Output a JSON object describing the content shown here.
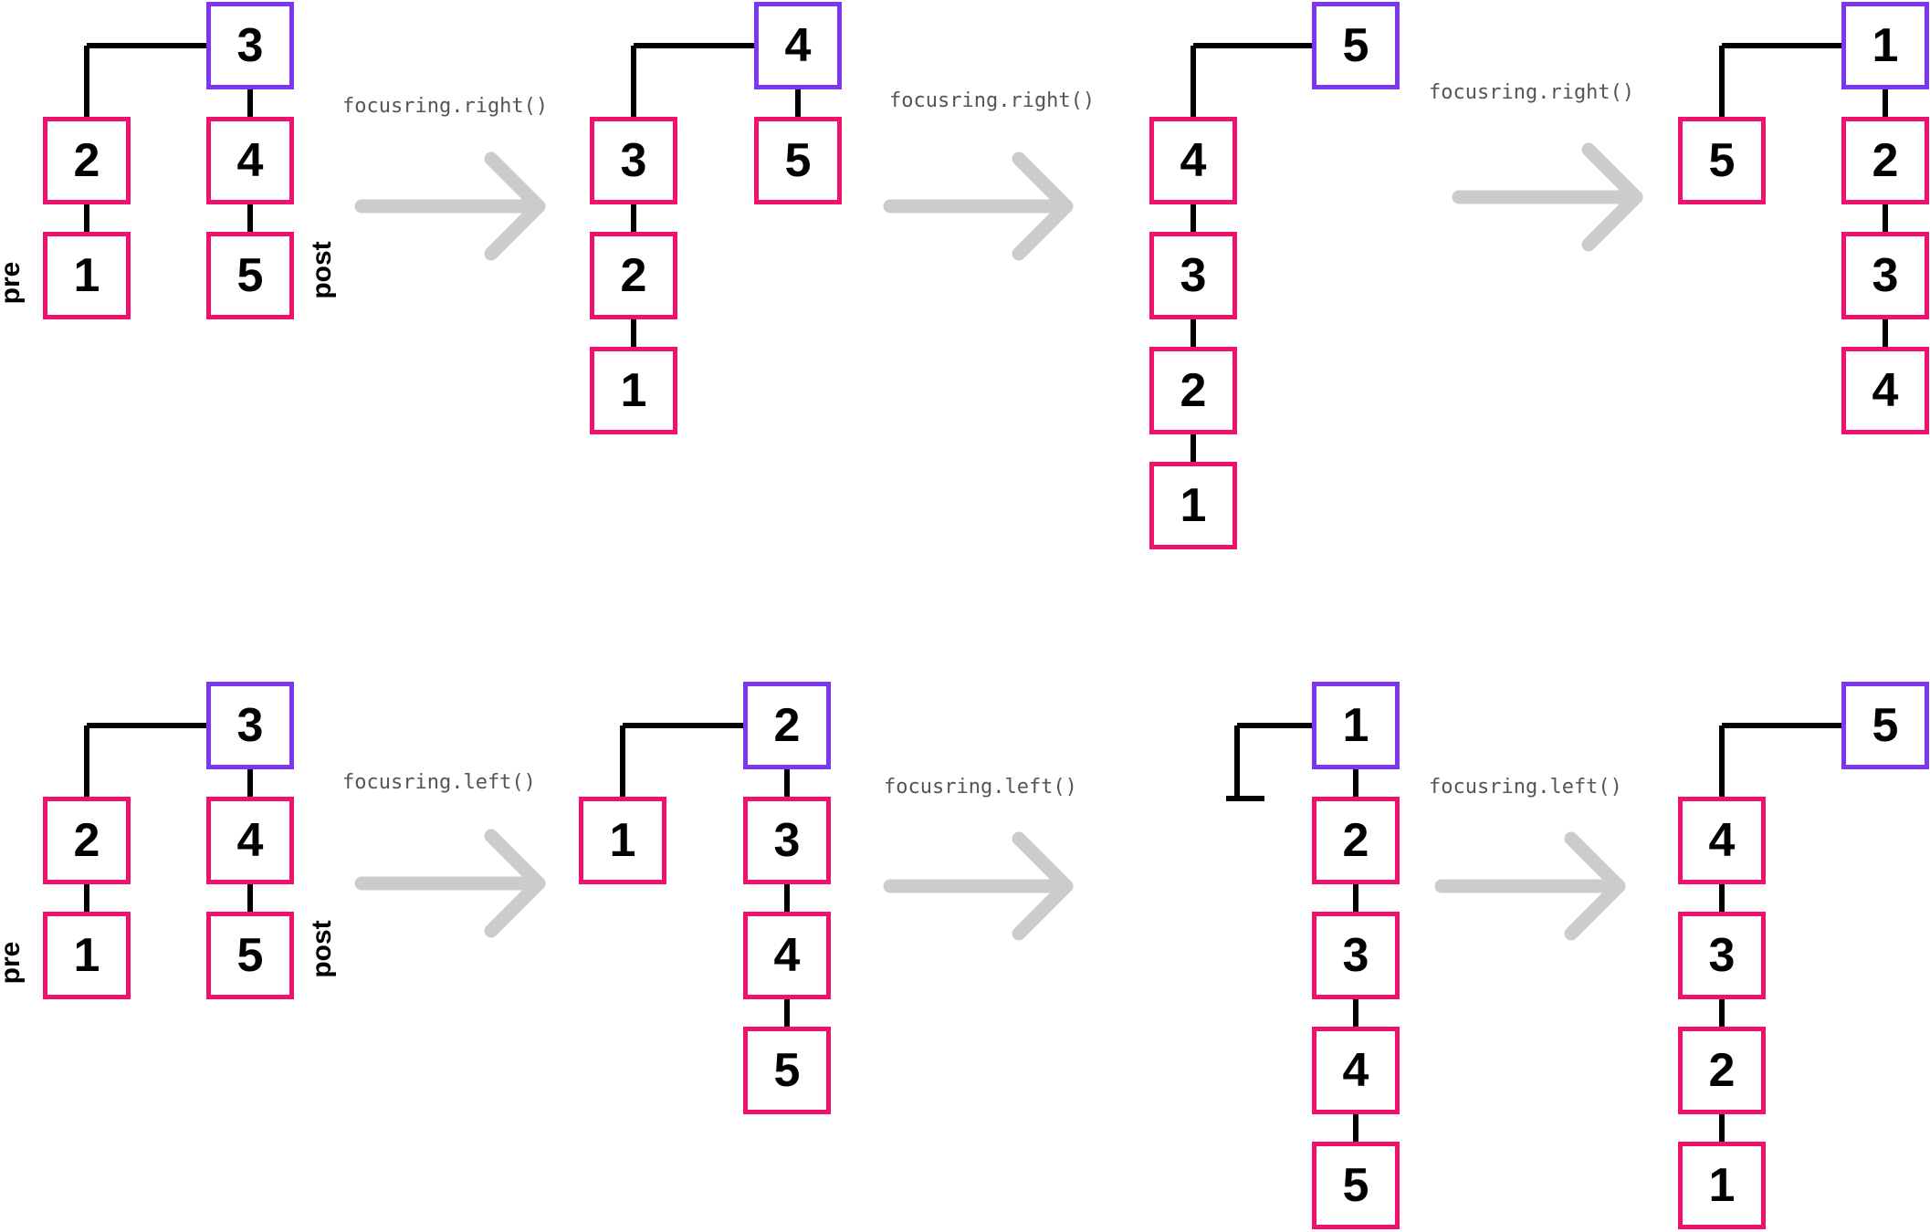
{
  "colors": {
    "focus": "#7c36f0",
    "node": "#f0116f",
    "arrow": "#cccccc",
    "line": "#000000"
  },
  "labels": {
    "pre": "pre",
    "post": "post"
  },
  "rows": [
    {
      "name": "right",
      "operation": "focusring.right()",
      "states": [
        {
          "focus": "3",
          "pre": [
            "2",
            "1"
          ],
          "post": [
            "4",
            "5"
          ]
        },
        {
          "focus": "4",
          "pre": [
            "3",
            "2",
            "1"
          ],
          "post": [
            "5"
          ]
        },
        {
          "focus": "5",
          "pre": [
            "4",
            "3",
            "2",
            "1"
          ],
          "post": []
        },
        {
          "focus": "1",
          "pre": [
            "5"
          ],
          "post": [
            "2",
            "3",
            "4"
          ]
        }
      ]
    },
    {
      "name": "left",
      "operation": "focusring.left()",
      "states": [
        {
          "focus": "3",
          "pre": [
            "2",
            "1"
          ],
          "post": [
            "4",
            "5"
          ]
        },
        {
          "focus": "2",
          "pre": [
            "1"
          ],
          "post": [
            "3",
            "4",
            "5"
          ]
        },
        {
          "focus": "1",
          "pre": [],
          "post": [
            "2",
            "3",
            "4",
            "5"
          ]
        },
        {
          "focus": "5",
          "pre": [
            "4",
            "3",
            "2",
            "1"
          ],
          "post": []
        }
      ]
    }
  ]
}
